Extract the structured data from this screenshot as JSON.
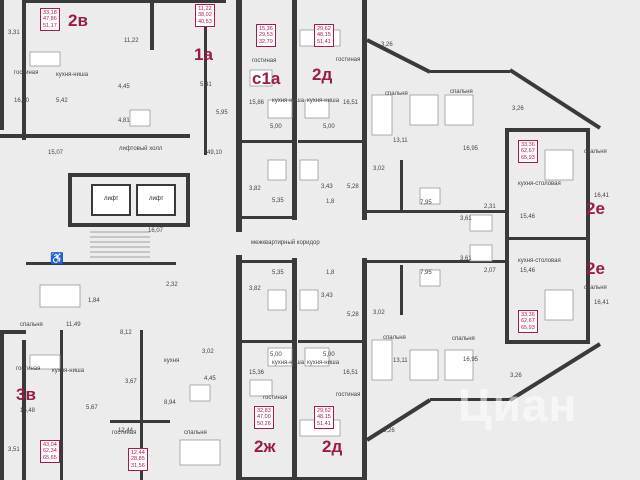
{
  "units": [
    {
      "label": "2в",
      "areas": [
        "33,18",
        "47,86",
        "51,17"
      ]
    },
    {
      "label": "1а",
      "areas": [
        "11,22",
        "38,02",
        "40,53"
      ]
    },
    {
      "label": "с1а",
      "areas": [
        "15,36",
        "29,53",
        "32,79"
      ]
    },
    {
      "label": "2д",
      "areas": [
        "29,62",
        "48,15",
        "51,41"
      ]
    },
    {
      "label": "2е",
      "areas": [
        "33,36",
        "62,67",
        "65,93"
      ]
    },
    {
      "label": "2е",
      "areas": [
        "33,36",
        "62,67",
        "65,93"
      ]
    },
    {
      "label": "3в",
      "areas": [
        "43,04",
        "62,34",
        "65,65"
      ]
    },
    {
      "label": "2ж",
      "areas": [
        "32,83",
        "47,00",
        "50,26"
      ]
    },
    {
      "label": "2д",
      "areas": [
        "29,62",
        "48,15",
        "51,41"
      ]
    },
    {
      "label": "",
      "areas": [
        "12,44",
        "28,85",
        "31,56"
      ]
    }
  ],
  "rooms": {
    "gostinaya": "гостиная",
    "spalnya": "спальня",
    "kuhnya_nisha": "кухня-ниша",
    "kuhnya": "кухня",
    "kuhnya_stolovaya": "кухня-столовая",
    "lift_hall": "лифтовый холл",
    "corridor": "межквартирный коридор",
    "lift": "лифт"
  },
  "room_areas": [
    "3,31",
    "11,22",
    "16,30",
    "5,42",
    "4,45",
    "4,81",
    "5,41",
    "5,95",
    "15,07",
    "49,10",
    "15,86",
    "5,00",
    "5,00",
    "16,51",
    "3,26",
    "13,11",
    "16,95",
    "3,26",
    "3,82",
    "3,43",
    "5,28",
    "3,02",
    "5,35",
    "1,8",
    "16,07",
    "7,95",
    "3,61",
    "2,31",
    "15,46",
    "16,41",
    "16,41",
    "3,61",
    "2,07",
    "15,46",
    "7,95",
    "2,32",
    "1,84",
    "11,49",
    "8,12",
    "3,82",
    "5,35",
    "1,8",
    "3,43",
    "5,28",
    "3,02",
    "5,00",
    "5,00",
    "15,36",
    "16,51",
    "13,11",
    "16,95",
    "3,26",
    "3,02",
    "3,67",
    "4,45",
    "8,94",
    "5,67",
    "15,48",
    "12,44",
    "3,26",
    "3,51"
  ],
  "watermark": "Циан",
  "accessibility_icon": "wheelchair-icon",
  "colors": {
    "accent": "#b0154e",
    "wall": "#3a3a3a",
    "floor": "#ececec"
  }
}
